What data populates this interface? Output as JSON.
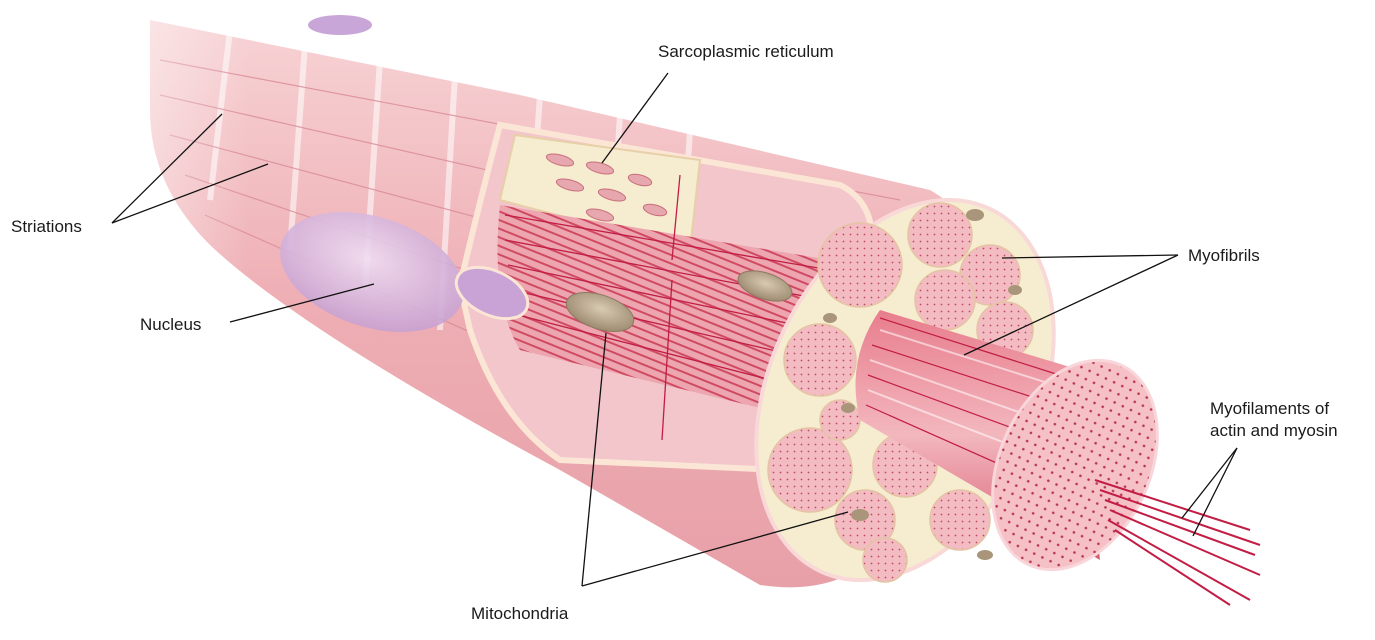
{
  "labels": {
    "sarcoplasmic_reticulum": "Sarcoplasmic reticulum",
    "striations": "Striations",
    "myofibrils": "Myofibrils",
    "nucleus": "Nucleus",
    "myofilaments_line1": "Myofilaments of",
    "myofilaments_line2": "actin and myosin",
    "mitochondria": "Mitochondria"
  },
  "colors": {
    "fiber_light": "#f4c7cb",
    "fiber_mid": "#e9a3aa",
    "fiber_dark": "#c9485c",
    "filament": "#c21d44",
    "reticulum": "#f6ecd0",
    "nucleus": "#d7b6de",
    "mitochondrion": "#b7a58c",
    "leader_line": "#111111"
  }
}
